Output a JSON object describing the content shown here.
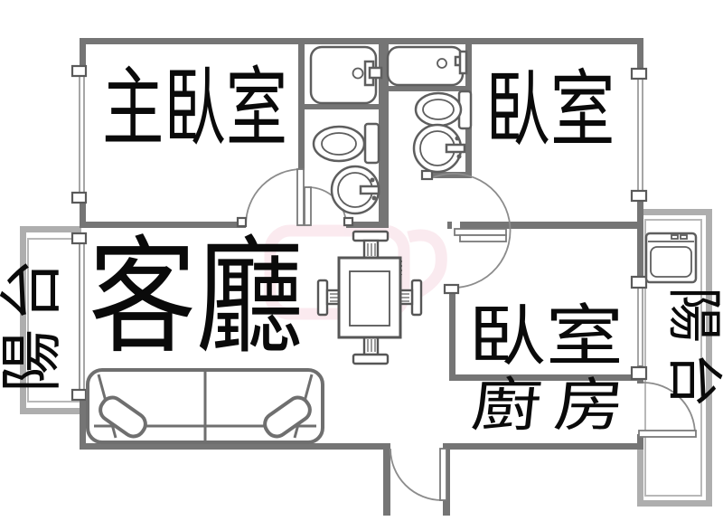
{
  "title": "apartment-floor-plan",
  "colors": {
    "wall_dark": "#757575",
    "wall_light": "#aeaeae",
    "fixture_stroke": "#5e5e5e",
    "label_text": "#0a0a0a",
    "background": "#ffffff",
    "watermark_pink": "#e67f9e"
  },
  "rooms": {
    "master_bedroom": {
      "label": "主臥室"
    },
    "bedroom_top_right": {
      "label": "臥室"
    },
    "living_room": {
      "label": "客廳"
    },
    "bedroom_lower_right": {
      "label": "臥室"
    },
    "kitchen": {
      "label": "廚房"
    },
    "balcony_left": {
      "label": "陽台"
    },
    "balcony_right": {
      "label": "陽台"
    }
  },
  "fixtures": {
    "bathroom_left": [
      "bathtub",
      "toilet",
      "round-sink"
    ],
    "bathroom_right": [
      "bathtub",
      "toilet",
      "round-sink"
    ],
    "balcony_right_items": [
      "laundry-sink"
    ],
    "living_dining": [
      "two-seat-sofa",
      "dining-table",
      "four-chairs"
    ],
    "doors": [
      "master-bedroom-swing-door",
      "bathroom-left-swing-door",
      "bathroom-right-180-door",
      "bedroom-sliding-door",
      "entrance-swing-door",
      "balcony-swing-door"
    ],
    "windows": [
      "master-bedroom-window",
      "living-room-window",
      "bedroom-top-right-window",
      "bedroom-lower-right-window"
    ]
  }
}
